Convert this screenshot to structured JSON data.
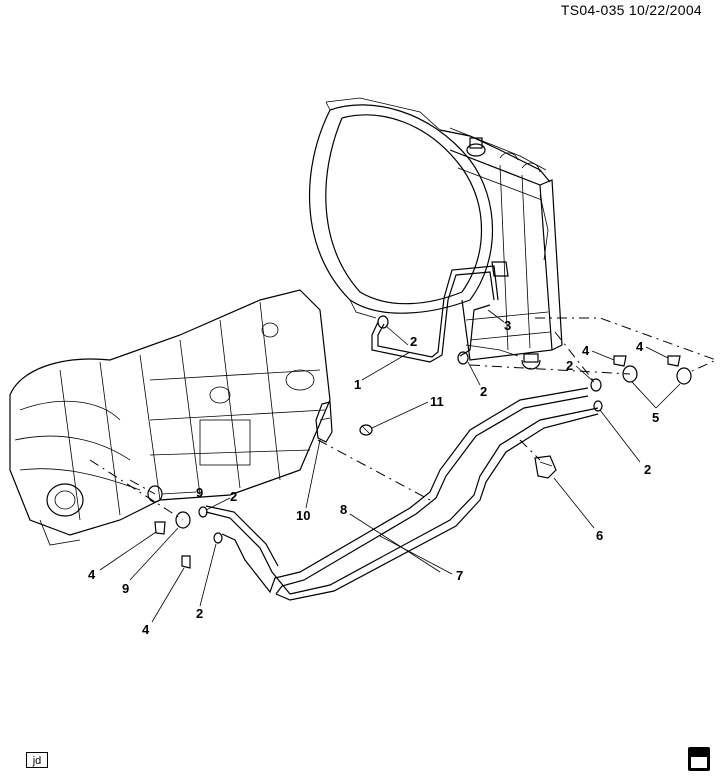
{
  "header": {
    "reference": "TS04-035  10/22/2004"
  },
  "footer": {
    "badge_text": "jd",
    "logo": "gm-logo-icon"
  },
  "callouts": [
    {
      "id": "c1",
      "text": "1"
    },
    {
      "id": "c2a",
      "text": "2"
    },
    {
      "id": "c2b",
      "text": "2"
    },
    {
      "id": "c2c",
      "text": "2"
    },
    {
      "id": "c2d",
      "text": "2"
    },
    {
      "id": "c2e",
      "text": "2"
    },
    {
      "id": "c2f",
      "text": "2"
    },
    {
      "id": "c3",
      "text": "3"
    },
    {
      "id": "c4a",
      "text": "4"
    },
    {
      "id": "c4b",
      "text": "4"
    },
    {
      "id": "c4c",
      "text": "4"
    },
    {
      "id": "c4d",
      "text": "4"
    },
    {
      "id": "c5",
      "text": "5"
    },
    {
      "id": "c6",
      "text": "6"
    },
    {
      "id": "c7",
      "text": "7"
    },
    {
      "id": "c8",
      "text": "8"
    },
    {
      "id": "c9a",
      "text": "9"
    },
    {
      "id": "c9b",
      "text": "9"
    },
    {
      "id": "c10",
      "text": "10"
    },
    {
      "id": "c11",
      "text": "11"
    }
  ]
}
